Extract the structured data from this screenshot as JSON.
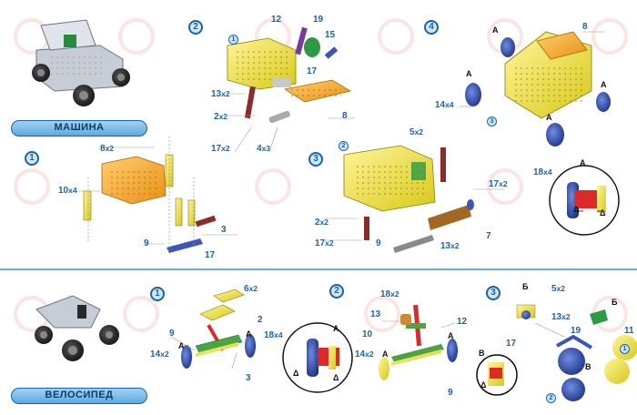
{
  "sections": {
    "car": {
      "title": "МАШИНА"
    },
    "bicycle": {
      "title": "ВЕЛОСИПЕД"
    }
  },
  "steps": [
    "1",
    "2",
    "3",
    "4"
  ],
  "bike_steps": [
    "1",
    "2",
    "3"
  ],
  "sub_steps": {
    "one": "1",
    "two": "2",
    "three": "3"
  },
  "labels": {
    "s1_8": "8",
    "s1_8q": "x2",
    "s1_10": "10",
    "s1_10q": "x4",
    "s1_9": "9",
    "s1_17": "17",
    "s1_3": "3",
    "s2_12": "12",
    "s2_19": "19",
    "s2_15": "15",
    "s2_17": "17",
    "s2_13": "13",
    "s2_13q": "x2",
    "s2_2": "2",
    "s2_2q": "x2",
    "s2_8": "8",
    "s2_17b": "17",
    "s2_17bq": "x2",
    "s2_4": "4",
    "s2_4q": "x3",
    "s3_5": "5",
    "s3_5q": "x2",
    "s3_17": "17",
    "s3_17q": "x2",
    "s3_2": "2",
    "s3_2q": "x2",
    "s3_17b": "17",
    "s3_17bq": "x2",
    "s3_9": "9",
    "s3_13": "13",
    "s3_13q": "x2",
    "s3_7": "7",
    "s4_8": "8",
    "s4_14": "14",
    "s4_14q": "x4",
    "s4_A1": "A",
    "s4_A2": "A",
    "s4_A3": "A",
    "s4_A4": "A",
    "s4_18": "18",
    "s4_18q": "x4",
    "det_A": "A",
    "det_delta1": "Δ",
    "det_delta2": "Δ",
    "b1_6": "6",
    "b1_6q": "x2",
    "b1_9": "9",
    "b1_2": "2",
    "b1_14": "14",
    "b1_14q": "x2",
    "b1_A1": "A",
    "b1_A2": "A",
    "b1_18": "18",
    "b1_18q": "x4",
    "b1_3": "3",
    "b1_detA": "A",
    "b1_d1": "Δ",
    "b1_d2": "Δ",
    "b2_18": "18",
    "b2_18q": "x2",
    "b2_13": "13",
    "b2_12": "12",
    "b2_10": "10",
    "b2_14": "14",
    "b2_14q": "x2",
    "b2_A1": "A",
    "b2_A2": "A",
    "b2_9": "9",
    "b3_B": "Б",
    "b3_5": "5",
    "b3_5q": "x2",
    "b3_13": "13",
    "b3_13q": "x2",
    "b3_B2": "Б",
    "b3_19": "19",
    "b3_11": "11",
    "b3_V": "В",
    "b3_V2": "В",
    "b3_17": "17",
    "b3_delta": "Δ"
  },
  "colors": {
    "accent": "#1c63a6",
    "orange": "#f5a623",
    "yellow": "#f2e64a",
    "blue_wheel": "#2746a8",
    "divider": "#6aaee0"
  }
}
